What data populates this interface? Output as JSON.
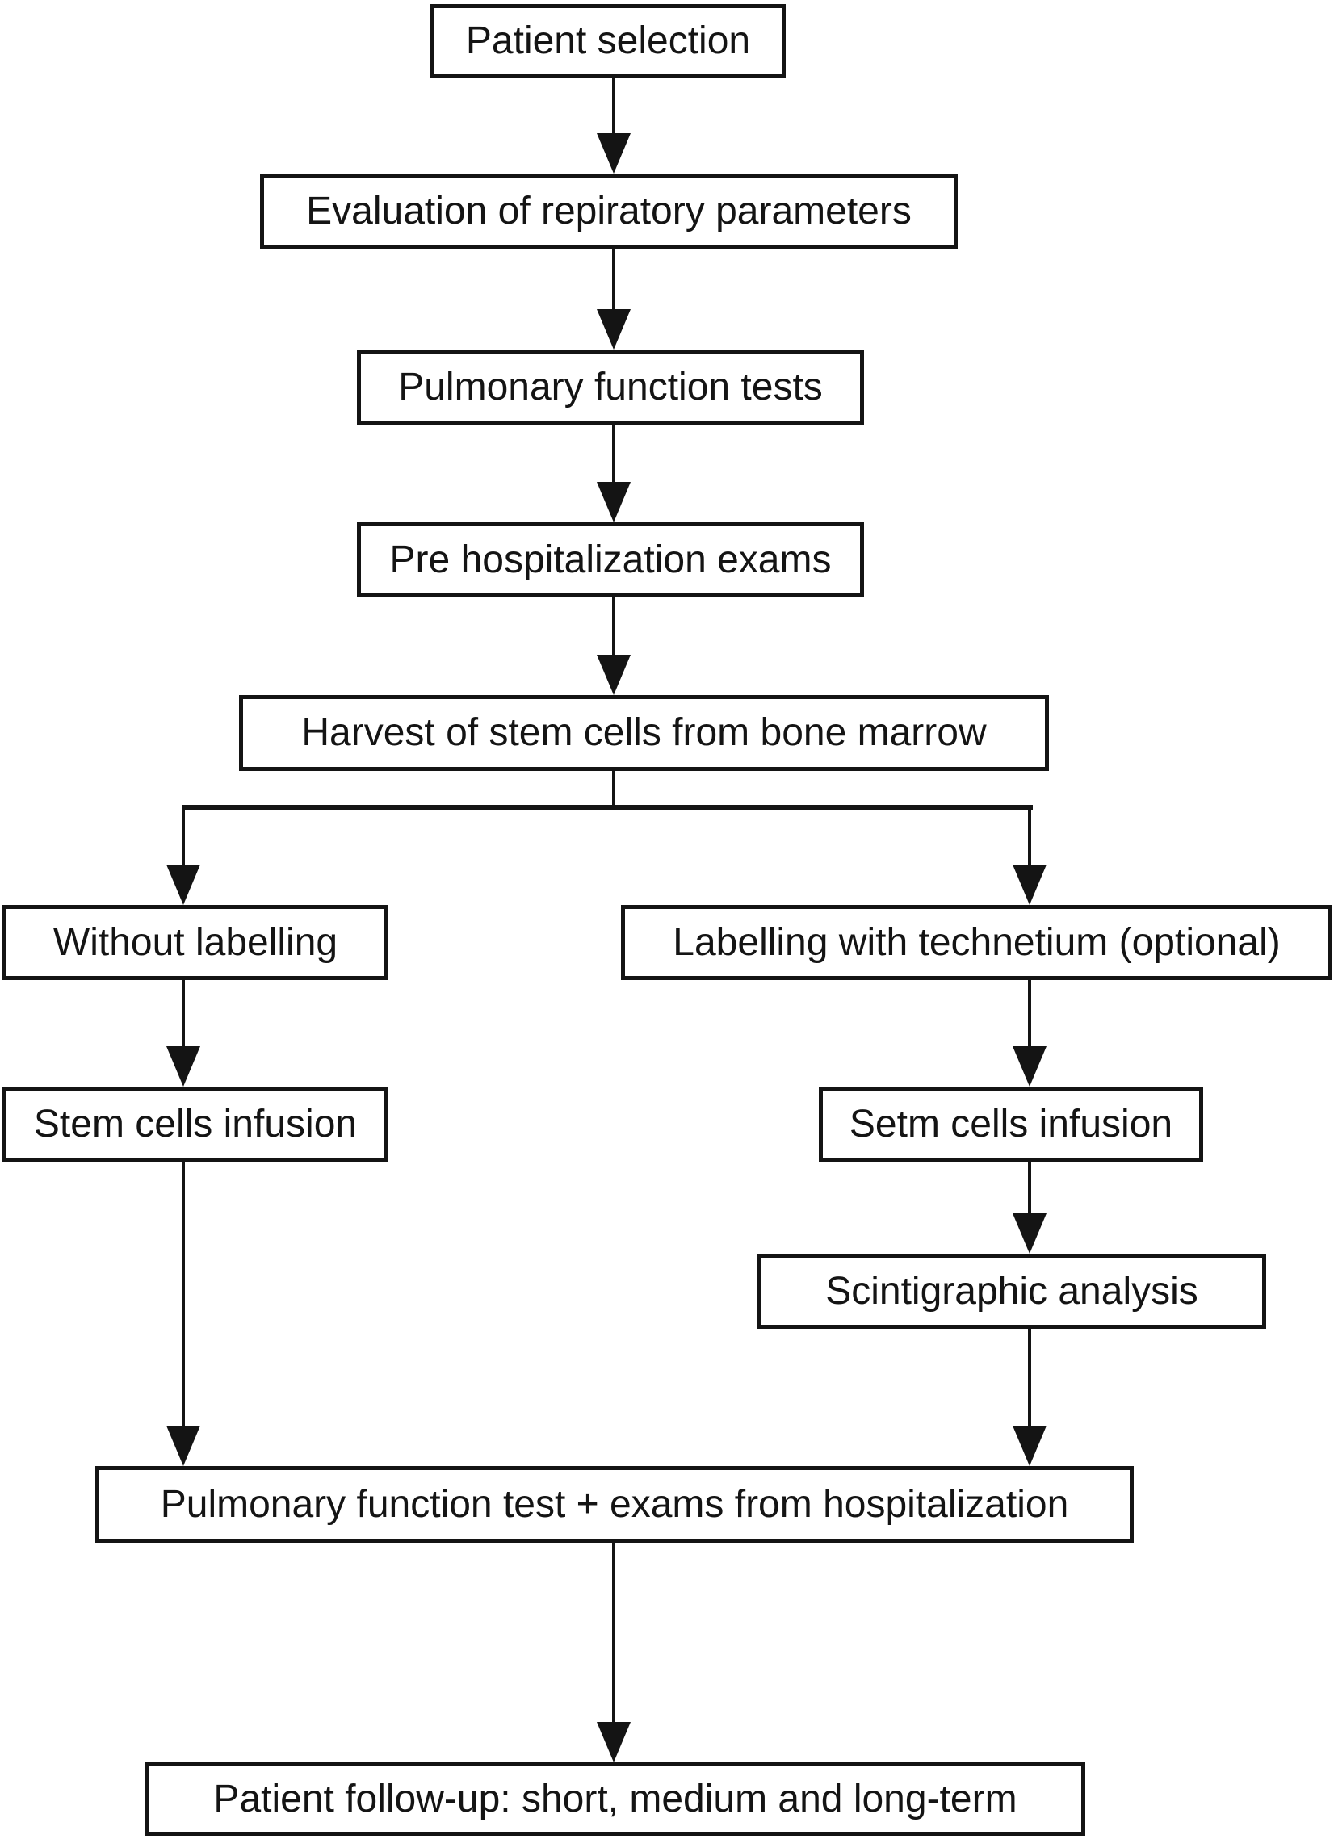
{
  "flowchart": {
    "nodes": {
      "patient_selection": "Patient selection",
      "evaluation_respiratory": "Evaluation of repiratory parameters",
      "pulmonary_function_tests": "Pulmonary function tests",
      "pre_hospitalization_exams": "Pre hospitalization exams",
      "harvest_stem_cells": "Harvest of stem cells from bone marrow",
      "without_labelling": "Without labelling",
      "labelling_technetium": "Labelling with technetium (optional)",
      "stem_cells_infusion": "Stem cells infusion",
      "setm_cells_infusion": "Setm cells infusion",
      "scintigraphic_analysis": "Scintigraphic analysis",
      "pulmonary_test_exams": "Pulmonary function test + exams from hospitalization",
      "patient_follow_up": "Patient follow-up: short, medium and long-term"
    },
    "edges": [
      {
        "from": "patient_selection",
        "to": "evaluation_respiratory"
      },
      {
        "from": "evaluation_respiratory",
        "to": "pulmonary_function_tests"
      },
      {
        "from": "pulmonary_function_tests",
        "to": "pre_hospitalization_exams"
      },
      {
        "from": "pre_hospitalization_exams",
        "to": "harvest_stem_cells"
      },
      {
        "from": "harvest_stem_cells",
        "to": "without_labelling"
      },
      {
        "from": "harvest_stem_cells",
        "to": "labelling_technetium"
      },
      {
        "from": "without_labelling",
        "to": "stem_cells_infusion"
      },
      {
        "from": "labelling_technetium",
        "to": "setm_cells_infusion"
      },
      {
        "from": "stem_cells_infusion",
        "to": "pulmonary_test_exams"
      },
      {
        "from": "setm_cells_infusion",
        "to": "scintigraphic_analysis"
      },
      {
        "from": "scintigraphic_analysis",
        "to": "pulmonary_test_exams"
      },
      {
        "from": "pulmonary_test_exams",
        "to": "patient_follow_up"
      }
    ],
    "colors": {
      "line": "#141414",
      "text": "#141414",
      "box_fill": "#ffffff",
      "background": "#ffffff"
    }
  }
}
